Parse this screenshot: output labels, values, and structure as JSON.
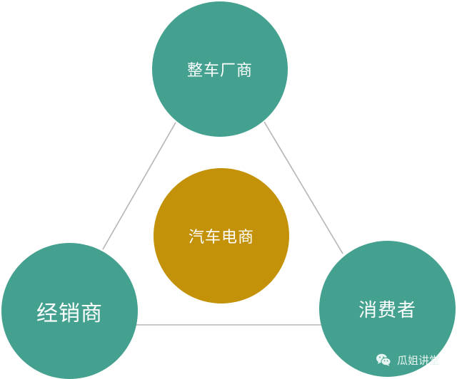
{
  "diagram": {
    "type": "triangle-relationship",
    "colors": {
      "outer_node": "#45a18f",
      "center_node": "#c49208",
      "connector": "#b5b5b5",
      "background": "#ffffff",
      "text": "#ffffff"
    },
    "nodes": {
      "top": {
        "label": "整车厂商"
      },
      "left": {
        "label": "经销商"
      },
      "right": {
        "label": "消费者"
      },
      "center": {
        "label": "汽车电商"
      }
    },
    "edges": [
      {
        "from": "top",
        "to": "left"
      },
      {
        "from": "top",
        "to": "right"
      },
      {
        "from": "left",
        "to": "right"
      }
    ]
  },
  "watermark": {
    "icon": "wechat-icon",
    "text": "瓜姐讲堂"
  }
}
